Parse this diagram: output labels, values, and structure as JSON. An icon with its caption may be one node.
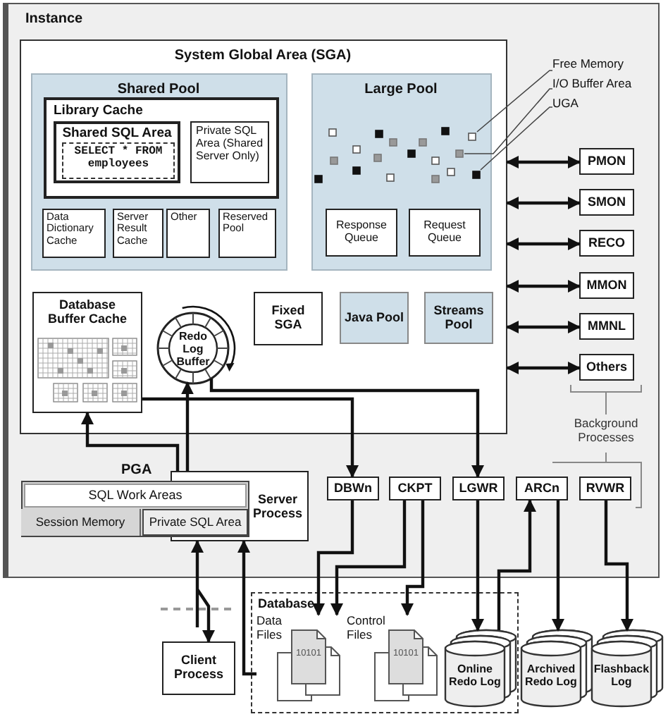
{
  "diagram": {
    "nodes": [
      {
        "text": [
          "Instance"
        ]
      },
      {
        "text": [
          "System Global Area (SGA)"
        ],
        "in": 0
      },
      {
        "text": [
          "Shared Pool"
        ],
        "in": 1
      },
      {
        "text": [
          "Library Cache"
        ],
        "in": 2
      },
      {
        "text": [
          "Shared SQL Area"
        ],
        "in": 3
      },
      {
        "text": [
          "SELECT * FROM employees"
        ],
        "in": 4
      },
      {
        "text": [
          "Private SQL Area (Shared Server Only)"
        ],
        "in": 3
      },
      {
        "text": [
          "Data Dictionary Cache"
        ],
        "in": 2
      },
      {
        "text": [
          "Server Result Cache"
        ],
        "in": 2
      },
      {
        "text": [
          "Other"
        ],
        "in": 2
      },
      {
        "text": [
          "Reserved Pool"
        ],
        "in": 2
      },
      {
        "text": [
          "Large Pool"
        ],
        "in": 1
      },
      {
        "text": [
          "Response Queue"
        ],
        "in": 11
      },
      {
        "text": [
          "Request Queue"
        ],
        "in": 11
      },
      {
        "text": [
          "Free Memory"
        ],
        "in": 0
      },
      {
        "text": [
          "I/O Buffer Area"
        ],
        "in": 0
      },
      {
        "text": [
          "UGA"
        ],
        "in": 0
      },
      {
        "text": [
          "PMON"
        ],
        "in": 0
      },
      {
        "text": [
          "SMON"
        ],
        "in": 0
      },
      {
        "text": [
          "RECO"
        ],
        "in": 0
      },
      {
        "text": [
          "MMON"
        ],
        "in": 0
      },
      {
        "text": [
          "MMNL"
        ],
        "in": 0
      },
      {
        "text": [
          "Others"
        ],
        "in": 0
      },
      {
        "text": [
          "Database Buffer Cache"
        ],
        "in": 1
      },
      {
        "text": [
          "Redo Log Buffer"
        ],
        "in": 1
      },
      {
        "text": [
          "Fixed SGA"
        ],
        "in": 1
      },
      {
        "text": [
          "Java Pool"
        ],
        "in": 1
      },
      {
        "text": [
          "Streams Pool"
        ],
        "in": 1
      },
      {
        "text": [
          "DBWn"
        ],
        "in": 0
      },
      {
        "text": [
          "CKPT"
        ],
        "in": 0
      },
      {
        "text": [
          "LGWR"
        ],
        "in": 0
      },
      {
        "text": [
          "ARCn"
        ],
        "in": 0
      },
      {
        "text": [
          "RVWR"
        ],
        "in": 0
      },
      {
        "text": [
          "PGA"
        ],
        "in": 0
      },
      {
        "text": [
          "SQL Work Areas"
        ],
        "in": 33
      },
      {
        "text": [
          "Session Memory"
        ],
        "in": 33
      },
      {
        "text": [
          "Private SQL Area"
        ],
        "in": 33
      },
      {
        "text": [
          "Server Process"
        ],
        "in": 0
      },
      {
        "text": [
          "Client Process"
        ]
      },
      {
        "text": [
          "Database"
        ]
      },
      {
        "text": [
          "Data Files",
          "10101"
        ],
        "in": 39
      },
      {
        "text": [
          "Control Files",
          "10101"
        ],
        "in": 39
      },
      {
        "text": [
          "Online Redo Log"
        ],
        "in": 39
      },
      {
        "text": [
          "Archived Redo Log"
        ]
      },
      {
        "text": [
          "Flashback Log"
        ]
      }
    ],
    "edges": [
      {
        "from": 14,
        "to": 11,
        "arrow": "none"
      },
      {
        "from": 15,
        "to": 11,
        "arrow": "none"
      },
      {
        "from": 16,
        "to": 11,
        "arrow": "none"
      },
      {
        "from": 1,
        "to": 17,
        "arrow": "both"
      },
      {
        "from": 1,
        "to": 18,
        "arrow": "both"
      },
      {
        "from": 1,
        "to": 19,
        "arrow": "both"
      },
      {
        "from": 1,
        "to": 20,
        "arrow": "both"
      },
      {
        "from": 1,
        "to": 21,
        "arrow": "both"
      },
      {
        "from": 1,
        "to": 22,
        "arrow": "both"
      },
      {
        "from": 23,
        "to": 28,
        "arrow": "to"
      },
      {
        "from": 24,
        "to": 30,
        "arrow": "to"
      },
      {
        "from": 37,
        "to": 23,
        "arrow": "to"
      },
      {
        "from": 37,
        "to": 24,
        "arrow": "to"
      },
      {
        "from": 38,
        "to": 37,
        "arrow": "both"
      },
      {
        "from": 40,
        "to": 37,
        "arrow": "to"
      },
      {
        "from": 28,
        "to": 40,
        "arrow": "to"
      },
      {
        "from": 29,
        "to": 40,
        "arrow": "to"
      },
      {
        "from": 29,
        "to": 41,
        "arrow": "to"
      },
      {
        "from": 30,
        "to": 42,
        "arrow": "to"
      },
      {
        "from": 42,
        "to": 31,
        "arrow": "to"
      },
      {
        "from": 31,
        "to": 43,
        "arrow": "to"
      },
      {
        "from": 32,
        "to": 44,
        "arrow": "to"
      }
    ],
    "labels": [
      "Background Processes"
    ]
  }
}
